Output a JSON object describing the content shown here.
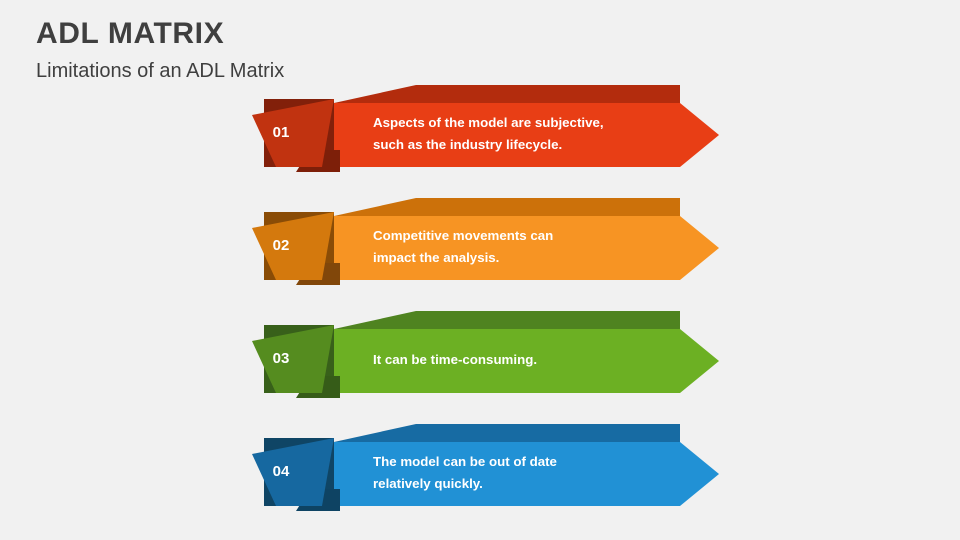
{
  "slide": {
    "background_color": "#f1f1f1",
    "title": "ADL MATRIX",
    "subtitle": "Limitations of an ADL Matrix"
  },
  "banners": [
    {
      "number": "01",
      "lines": [
        "Aspects of the model are subjective,",
        "such as the industry lifecycle."
      ],
      "colors": {
        "body": "#e83e15",
        "top_band": "#b32c0d",
        "tab_dark": "#82200a",
        "tab_mid": "#c13310",
        "notch": "#7d1f09"
      }
    },
    {
      "number": "02",
      "lines": [
        "Competitive movements can",
        "impact the analysis."
      ],
      "colors": {
        "body": "#f79423",
        "top_band": "#cc710a",
        "tab_dark": "#8a4c06",
        "tab_mid": "#d4790d",
        "notch": "#81470a"
      }
    },
    {
      "number": "03",
      "lines": [
        "It can be time-consuming."
      ],
      "colors": {
        "body": "#6cb023",
        "top_band": "#4f8320",
        "tab_dark": "#38601a",
        "tab_mid": "#558c1f",
        "notch": "#365c18"
      }
    },
    {
      "number": "04",
      "lines": [
        "The model can be out of date",
        "relatively quickly."
      ],
      "colors": {
        "body": "#2191d5",
        "top_band": "#176ba3",
        "tab_dark": "#0f4565",
        "tab_mid": "#1668a0",
        "notch": "#0e4363"
      }
    }
  ]
}
